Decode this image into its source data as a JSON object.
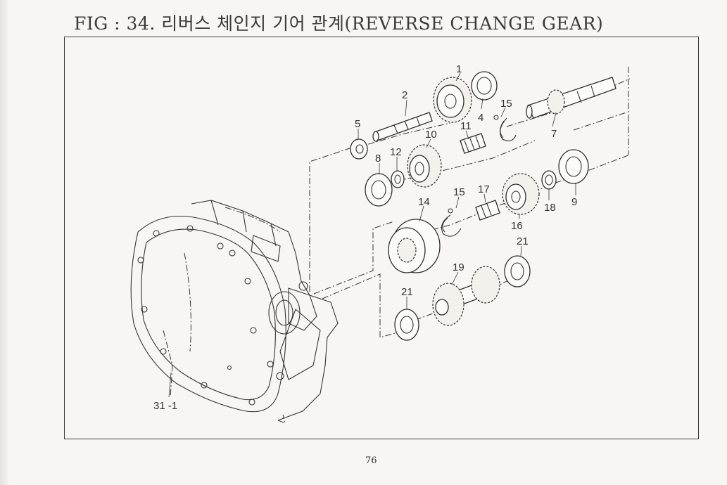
{
  "header": {
    "title": "FIG : 34. 리버스 체인지 기어 관계(REVERSE CHANGE GEAR)"
  },
  "callouts": [
    {
      "id": "c1",
      "text": "1"
    },
    {
      "id": "c2",
      "text": "2"
    },
    {
      "id": "c4",
      "text": "4"
    },
    {
      "id": "c5",
      "text": "5"
    },
    {
      "id": "c7",
      "text": "7"
    },
    {
      "id": "c8",
      "text": "8"
    },
    {
      "id": "c9",
      "text": "9"
    },
    {
      "id": "c10",
      "text": "10"
    },
    {
      "id": "c11",
      "text": "11"
    },
    {
      "id": "c12",
      "text": "12"
    },
    {
      "id": "c14",
      "text": "14"
    },
    {
      "id": "c15a",
      "text": "15"
    },
    {
      "id": "c15b",
      "text": "15"
    },
    {
      "id": "c16",
      "text": "16"
    },
    {
      "id": "c17",
      "text": "17"
    },
    {
      "id": "c18",
      "text": "18"
    },
    {
      "id": "c19",
      "text": "19"
    },
    {
      "id": "c21a",
      "text": "21"
    },
    {
      "id": "c21b",
      "text": "21"
    },
    {
      "id": "c31",
      "text": "31 -1"
    }
  ],
  "footer": {
    "page_number": "76"
  }
}
